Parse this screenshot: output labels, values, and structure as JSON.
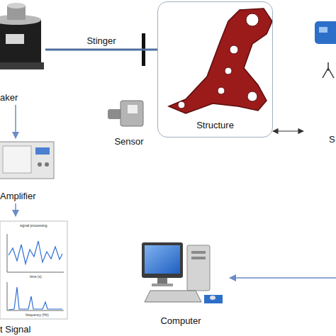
{
  "diagram": {
    "nodes": [
      {
        "text": [
          "aker"
        ]
      },
      {
        "text": [
          "Structure"
        ]
      },
      {
        "text": [
          "S"
        ]
      },
      {
        "text": [
          "Sensor"
        ]
      },
      {
        "text": [
          "Amplifier"
        ]
      },
      {
        "text": [
          "t Signal"
        ]
      },
      {
        "text": [
          "Computer"
        ]
      }
    ],
    "edges": [
      {
        "from": 0,
        "to": 1,
        "label": "Stinger",
        "arrow": "none"
      },
      {
        "from": 0,
        "to": 4,
        "arrow": "to"
      },
      {
        "from": 4,
        "to": 5,
        "arrow": "to"
      },
      {
        "from": 1,
        "to": 2,
        "arrow": "both"
      }
    ],
    "labels": [
      "signal processing",
      "time (s)",
      "frequency (Hz)"
    ]
  }
}
